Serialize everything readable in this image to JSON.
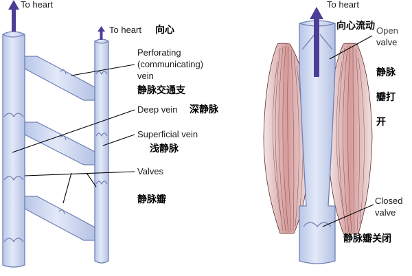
{
  "colors": {
    "vein_fill": "#d3dcf2",
    "vein_edge": "#6f80b3",
    "vein_shadow": "#b7c4e6",
    "arrow": "#4a3e96",
    "muscle_light": "#f0dcdc",
    "muscle_mid": "#d9a1a1",
    "muscle_fiber": "#5a2e2e",
    "label_line": "#000000"
  },
  "icons": [
    "arrow-up-icon",
    "valve-icon",
    "muscle-icon"
  ],
  "left_panel": {
    "to_heart_main": "To heart",
    "to_heart_superficial": "To heart",
    "to_heart_superficial_zh": "向心",
    "perforating_line1": "Perforating",
    "perforating_line2": "(communicating)",
    "perforating_line3": "vein",
    "perforating_zh": "静脉交通支",
    "deep_vein": "Deep vein",
    "deep_vein_zh": "深静脉",
    "superficial_vein": "Superficial vein",
    "superficial_vein_zh": "浅静脉",
    "valves": "Valves",
    "valves_zh": "静脉瓣"
  },
  "right_panel": {
    "to_heart": "To heart",
    "to_heart_zh": "向心流动",
    "open_valve_line1": "Open",
    "open_valve_line2": "valve",
    "open_valve_zh_line1": "静脉",
    "open_valve_zh_line2": "瓣打",
    "open_valve_zh_line3": "开",
    "closed_valve_line1": "Closed",
    "closed_valve_line2": "valve",
    "closed_valve_zh": "静脉瓣关闭"
  }
}
